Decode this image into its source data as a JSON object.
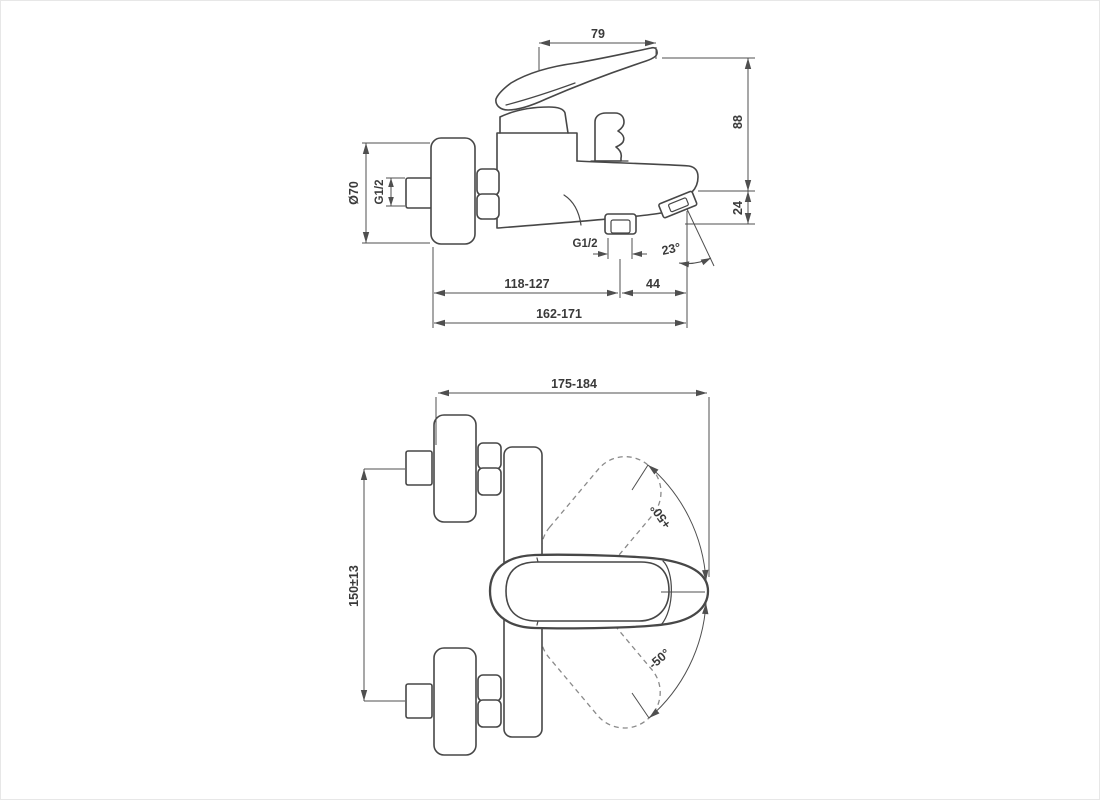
{
  "side_view": {
    "labels": {
      "lever_length": "79",
      "height_above_spout": "88",
      "flange_diameter": "Ø70",
      "inlet_thread": "G1/2",
      "spout_drop": "24",
      "spout_angle": "23°",
      "outlet_thread": "G1/2",
      "wall_to_outlet": "118-127",
      "outlet_to_tip": "44",
      "wall_to_tip": "162-171"
    }
  },
  "plan_view": {
    "labels": {
      "total_depth": "175-184",
      "inlet_spacing": "150±13",
      "handle_swing_up": "+50°",
      "handle_swing_down": "-50°"
    }
  },
  "colors": {
    "line": "#474747",
    "dim": "#4f4f4f",
    "dashed": "#8a8a8a",
    "text": "#3a3a3a",
    "background": "#ffffff",
    "border": "#e7e7e7"
  }
}
